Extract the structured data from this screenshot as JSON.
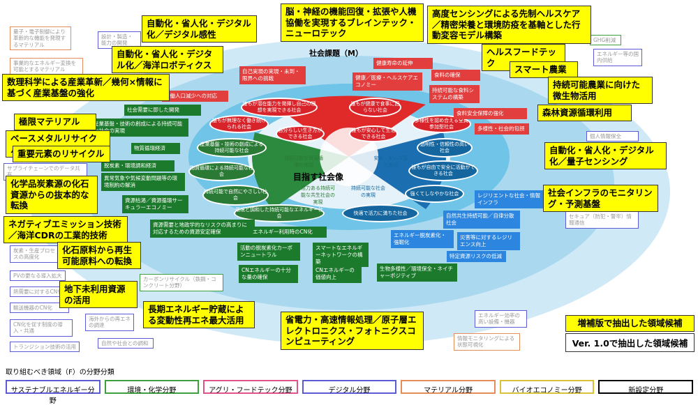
{
  "center_title": "目指す社会像",
  "society_label": "社会課題（M）",
  "legend": {
    "heading": "取り組むべき領域（F）の分野分類",
    "categories": [
      {
        "label": "サステナブルエネルギー分野",
        "color": "#5b5bd6"
      },
      {
        "label": "環境・化学分野",
        "color": "#3da03d"
      },
      {
        "label": "アグリ・フードテック分野",
        "color": "#e0528a"
      },
      {
        "label": "デジタル分野",
        "color": "#5b5bd6"
      },
      {
        "label": "マテリアル分野",
        "color": "#e48c5a"
      },
      {
        "label": "バイオエコノミー分野",
        "color": "#d8c23a"
      },
      {
        "label": "新設定分野",
        "color": "#000000"
      }
    ]
  },
  "legend_boxes": {
    "expanded": "増補版で抽出した領域候補",
    "v1": "Ver. 1.0で抽出した領域候補"
  },
  "yellow_boxes": [
    "自動化・省人化・デジタル化／デジタル感性",
    "脳・神経の機能回復・拡張や人機協働を実現するブレインテック・ニューロテック",
    "高度センシングによる先制ヘルスケア／精密栄養と環境防疫を基軸とした行動変容モデル構築",
    "自動化・省人化・デジタル化／海洋ロボティクス",
    "数理科学による産業革新／幾何×情報に基づく産業基盤の強化",
    "ヘルスフードテック",
    "スマート農業",
    "持続可能農業に向けた微生物活用",
    "森林資源循環利用",
    "極限マテリアル",
    "ベースメタルリサイクル",
    "重要元素のリサイクル",
    "自動化・省人化・デジタル化／量子センシング",
    "化学品炭素源の化石資源からの抜本的な転換",
    "社会インフラのモニタリング・予測基盤",
    "ネガティブエミッション技術／海洋CDRの工業的技術",
    "化石原料から再生可能原料への転換",
    "地下未利用資源の活用",
    "長期エネルギー貯蔵による変動性再エネ最大活用",
    "省電力・高速情報処理／原子層エレクトロニクス・フォトニクスコンピューティング"
  ],
  "grey_boxes": [
    "量子・電子制御により革新的な機能を発現するマテリアル",
    "設計・製造・能力の開発",
    "事業的なエネルギー変換を可能とするマテリアル",
    "サプライチェーンでのデータ共有",
    "炭素・生産プロセスの高度化",
    "PVの更なる導入拡大",
    "熱需要に対するCN化",
    "輸送機器のCN化",
    "CN化を促す制度の導入・共通",
    "トランジション技術の活用",
    "海外からの再エネの調達",
    "自然や社会との調和",
    "カーボンリサイクル（鉄鋼・コンクリート分野）",
    "GHG削減",
    "エネルギー等の国内供給",
    "個人情報保全",
    "セキュア（防犯・警牢）情報通信",
    "エネルギー効率の高い設備・機器",
    "情報モニタリングによる状態可視化"
  ],
  "red_items": [
    "健康寿命の延伸",
    "自己実現の実現・未到・限界への挑戦",
    "健康／医療・ヘルスケアエコノミー",
    "食料の確保",
    "労働人口減少への対応",
    "持続可能な食料システムの構築",
    "食料安全保障の強化",
    "多様性・社会的包摂"
  ],
  "green_items": [
    "社会需要に即した開発",
    "産業基盤・技術の創成による持続可能な社会の実現",
    "物質循環経済",
    "脱炭素・環境調和経済",
    "異常気象や気候変動問題等の環境制約の解消",
    "資源枯渇／資源循環サーキュラーエコノミー",
    "資源需要と地政学的なリスクの高まりに対応するための資源安定確保",
    "エネルギー利用時のCN化",
    "活動の脱炭素化カーボンニュートラル",
    "スマートなエネルギーネットワークの構築",
    "CNエネルギーの十分な量の確保",
    "CNエネルギーの価値向上",
    "生物多様性／環境保全・ネイチャーポジティブ"
  ],
  "blue_items": [
    "レジリエントな社会・情報インフラ",
    "自然共生持続可能／自律分散社会",
    "エネルギー脱炭素化・強靭化",
    "災害等に対するレジリエンス向上",
    "特定資源リスクの低減"
  ],
  "pills": [
    {
      "text": "誰もが潜在能力を発揮し自己の理想を実現できる社会",
      "kind": "red"
    },
    {
      "text": "誰もが健康で食事に困らない社会",
      "kind": "red"
    },
    {
      "text": "誰もが無理なく働き続けられる社会",
      "kind": "red"
    },
    {
      "text": "多様性を認め合える全員参加型社会",
      "kind": "red"
    },
    {
      "text": "自分らしい生き方ができる社会",
      "kind": "red"
    },
    {
      "text": "誰もが安心して生活できる社会",
      "kind": "red"
    },
    {
      "text": "産業基盤・技術の創成による持続可能な社会",
      "kind": "green"
    },
    {
      "text": "透明性・信頼性の高い社会",
      "kind": "blue"
    },
    {
      "text": "物質循環による持続可能な社会",
      "kind": "green"
    },
    {
      "text": "誰もが自由で安全に活動ができる社会",
      "kind": "blue"
    },
    {
      "text": "持続可能で自然にやさしい社会",
      "kind": "green"
    },
    {
      "text": "強くてしなやかな社会",
      "kind": "blue"
    },
    {
      "text": "環境と調和した持続可能なエネルギー社会",
      "kind": "green"
    },
    {
      "text": "快適で活力に満ちた社会",
      "kind": "blue"
    }
  ],
  "core_labels": [
    "持続可能な資源循環の実現",
    "安全・安心な国の実現",
    "活力ある持続可能な共生社会の実現",
    "持続可能な社会の実現"
  ]
}
